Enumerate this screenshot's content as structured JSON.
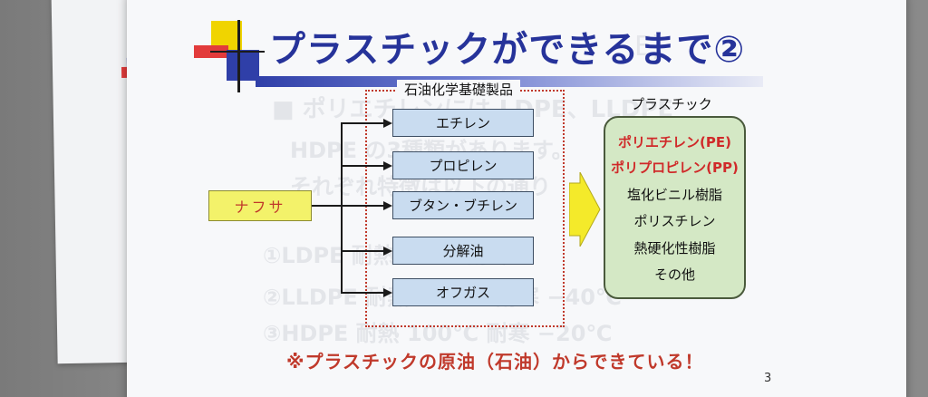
{
  "slide": {
    "title": "プラスチックができるまで②",
    "page_number": "3",
    "footer_note": "※プラスチックの原油（石油）からできている！"
  },
  "diagram": {
    "source": "ナフサ",
    "petrochemical_group_label": "石油化学基礎製品",
    "petrochemical_products": [
      "エチレン",
      "プロピレン",
      "ブタン・ブチレン",
      "分解油",
      "オフガス"
    ],
    "plastics_label": "プラスチック",
    "plastics": [
      {
        "name": "ポリエチレン(PE)",
        "highlight": true
      },
      {
        "name": "ポリプロピレン(PP)",
        "highlight": true
      },
      {
        "name": "塩化ビニル樹脂",
        "highlight": false
      },
      {
        "name": "ポリスチレン",
        "highlight": false
      },
      {
        "name": "熱硬化性樹脂",
        "highlight": false
      },
      {
        "name": "その他",
        "highlight": false
      }
    ]
  },
  "colors": {
    "title": "#26339a",
    "accent_red": "#c0392b",
    "source_box": "#f3f26a",
    "product_box": "#c9dcf0",
    "plastic_box": "#d4e8c5",
    "arrow": "#f4ea2a"
  }
}
